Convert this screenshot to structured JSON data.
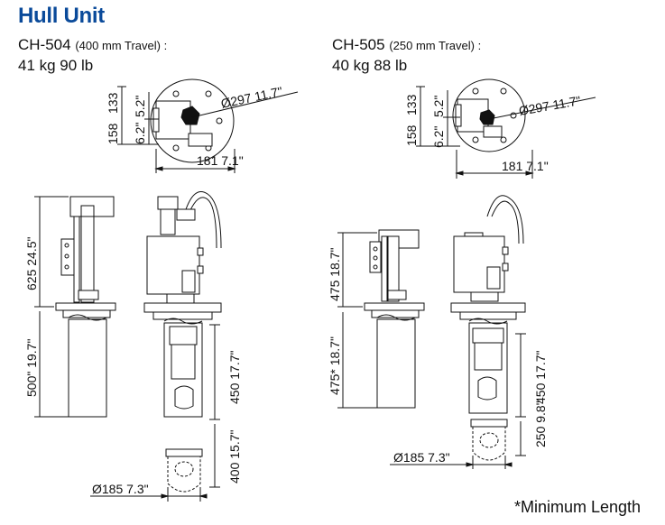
{
  "title": "Hull Unit",
  "footnote": "*Minimum Length",
  "models": [
    {
      "name": "CH-504",
      "travel": "(400 mm Travel) :",
      "weight": "41 kg  90 lb",
      "top_view": {
        "d1": "158",
        "d2": "133",
        "d3": "5.2\"",
        "d4": "6.2\"",
        "diam": "Ø297  11.7\"",
        "width": "181  7.1\""
      },
      "side_view": {
        "h1": "625  24.5\"",
        "h2": "500\"  19.7\""
      },
      "front_view": {
        "h1": "450  17.7\"",
        "h2": "400  15.7\"",
        "diam": "Ø185  7.3\""
      }
    },
    {
      "name": "CH-505",
      "travel": "(250 mm Travel) :",
      "weight": "40 kg  88 lb",
      "top_view": {
        "d1": "158",
        "d2": "133",
        "d3": "5.2\"",
        "d4": "6.2\"",
        "diam": "Ø297  11.7\"",
        "width": "181  7.1\""
      },
      "side_view": {
        "h1": "475  18.7\"",
        "h2": "475*  18.7\""
      },
      "front_view": {
        "h1": "450  17.7\"",
        "h2": "250  9.8\"",
        "diam": "Ø185  7.3\""
      }
    }
  ]
}
